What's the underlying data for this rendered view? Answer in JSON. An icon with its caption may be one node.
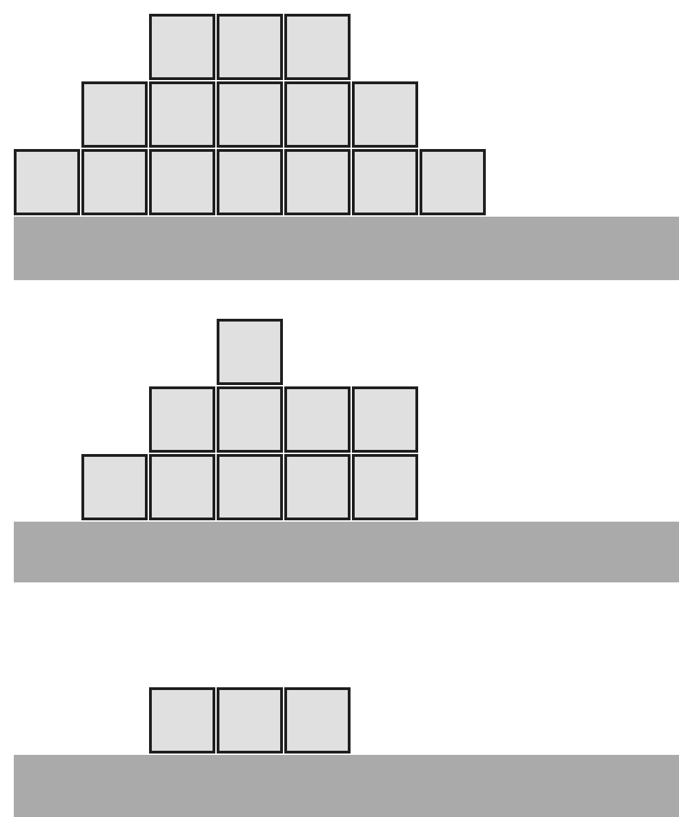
{
  "diagram": {
    "nodes": [
      {
        "text": [],
        "shape": "box"
      },
      {
        "text": [],
        "shape": "box"
      },
      {
        "text": [],
        "shape": "box"
      },
      {
        "text": [],
        "shape": "box"
      },
      {
        "text": [],
        "shape": "box"
      },
      {
        "text": [],
        "shape": "box"
      },
      {
        "text": [],
        "shape": "box"
      },
      {
        "text": [],
        "shape": "box"
      },
      {
        "text": [],
        "shape": "box"
      },
      {
        "text": [],
        "shape": "box"
      },
      {
        "text": [],
        "shape": "box"
      },
      {
        "text": [],
        "shape": "box"
      },
      {
        "text": [],
        "shape": "box"
      },
      {
        "text": [],
        "shape": "box"
      },
      {
        "text": [],
        "shape": "box"
      },
      {
        "text": [],
        "shape": "bar"
      },
      {
        "text": [],
        "shape": "box"
      },
      {
        "text": [],
        "shape": "box"
      },
      {
        "text": [],
        "shape": "box"
      },
      {
        "text": [],
        "shape": "box"
      },
      {
        "text": [],
        "shape": "box"
      },
      {
        "text": [],
        "shape": "box"
      },
      {
        "text": [],
        "shape": "box"
      },
      {
        "text": [],
        "shape": "box"
      },
      {
        "text": [],
        "shape": "box"
      },
      {
        "text": [],
        "shape": "box"
      },
      {
        "text": [],
        "shape": "bar"
      },
      {
        "text": [],
        "shape": "box"
      },
      {
        "text": [],
        "shape": "box"
      },
      {
        "text": [],
        "shape": "box"
      },
      {
        "text": [],
        "shape": "bar"
      }
    ]
  }
}
